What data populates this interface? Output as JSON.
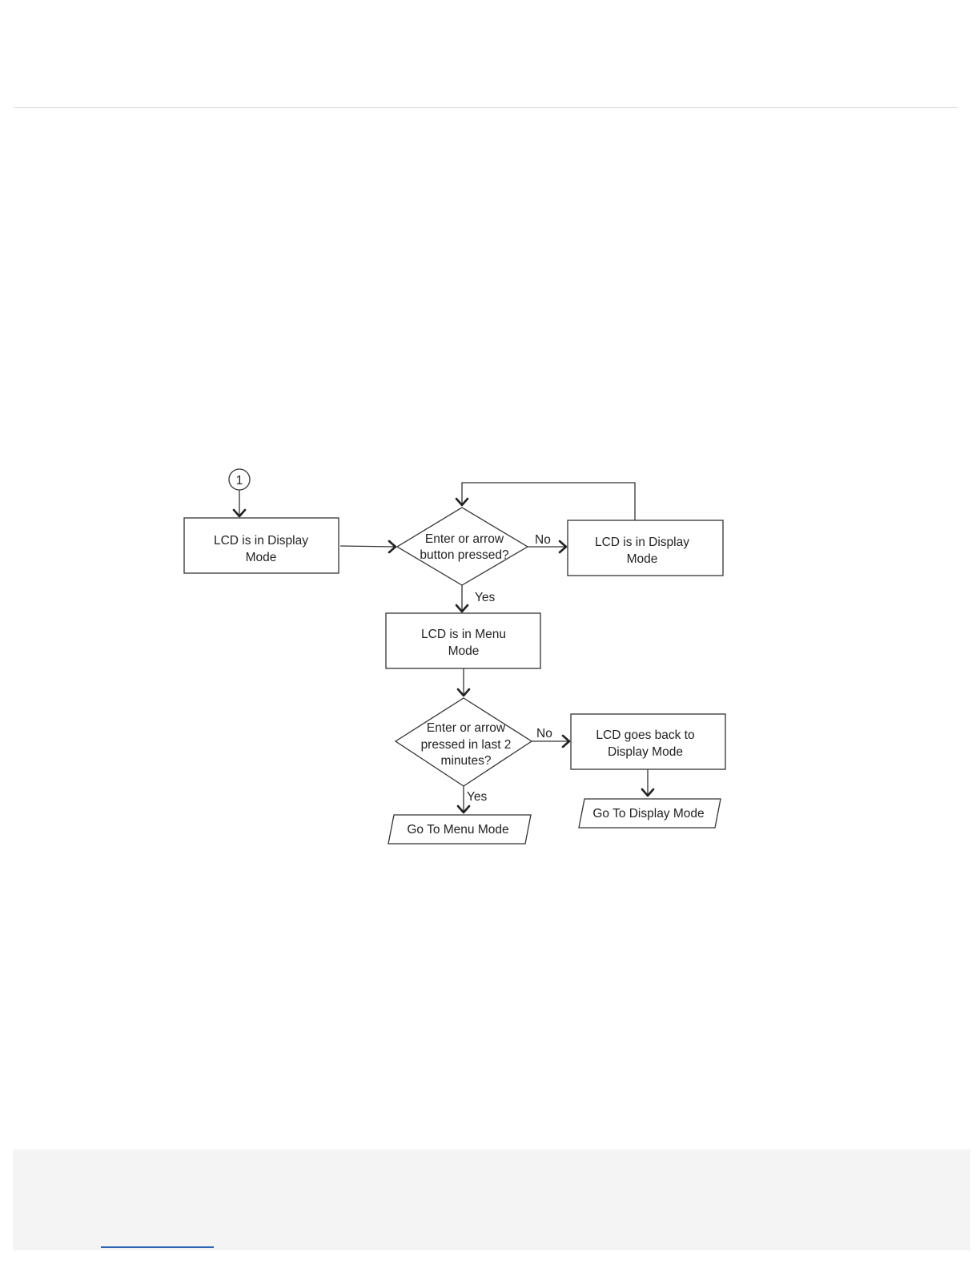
{
  "flowchart": {
    "connector": "1",
    "display_mode_box": [
      "LCD is in Display",
      "Mode"
    ],
    "decision_button": [
      "Enter or  arrow",
      "button pressed?"
    ],
    "no_label_1": "No",
    "display_mode_box_right": [
      "LCD is in Display",
      "Mode"
    ],
    "yes_label_1": "Yes",
    "menu_mode_box": [
      "LCD is in Menu",
      "Mode"
    ],
    "decision_timeout": [
      "Enter or arrow",
      "pressed in last 2",
      "minutes?"
    ],
    "no_label_2": "No",
    "back_to_display_box": [
      "LCD goes back to",
      "Display Mode"
    ],
    "yes_label_2": "Yes",
    "goto_menu": "Go To Menu Mode",
    "goto_display": "Go To Display Mode"
  }
}
